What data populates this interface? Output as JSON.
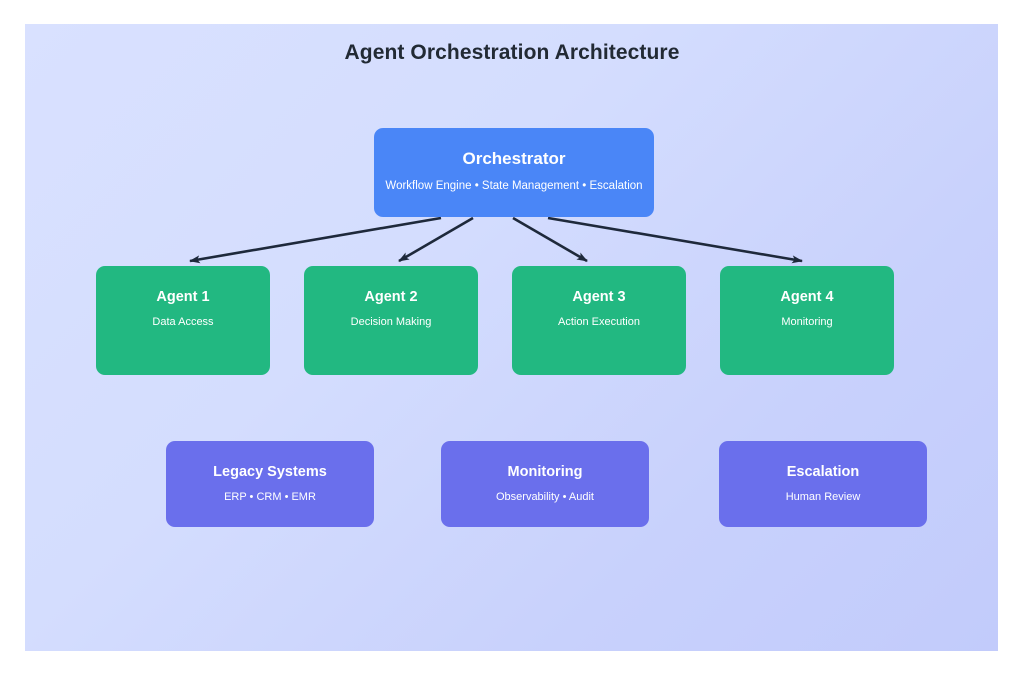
{
  "diagram": {
    "title": "Agent Orchestration Architecture",
    "background": {
      "gradient_from": "#d9e1ff",
      "gradient_to": "#c2cbfb",
      "page": "#ffffff"
    },
    "colors": {
      "orchestrator": "#4a86f7",
      "agent": "#22b881",
      "support": "#6a6fec",
      "arrow": "#1e293b",
      "title_text": "#222a34",
      "node_text": "#ffffff"
    },
    "orchestrator": {
      "title": "Orchestrator",
      "subtitle": "Workflow Engine • State Management • Escalation"
    },
    "agents": [
      {
        "title": "Agent 1",
        "subtitle": "Data Access"
      },
      {
        "title": "Agent 2",
        "subtitle": "Decision Making"
      },
      {
        "title": "Agent 3",
        "subtitle": "Action Execution"
      },
      {
        "title": "Agent 4",
        "subtitle": "Monitoring"
      }
    ],
    "support": [
      {
        "title": "Legacy Systems",
        "subtitle": "ERP • CRM • EMR"
      },
      {
        "title": "Monitoring",
        "subtitle": "Observability • Audit"
      },
      {
        "title": "Escalation",
        "subtitle": "Human Review"
      }
    ],
    "connections": [
      {
        "from": "Orchestrator",
        "to": "Agent 1"
      },
      {
        "from": "Orchestrator",
        "to": "Agent 2"
      },
      {
        "from": "Orchestrator",
        "to": "Agent 3"
      },
      {
        "from": "Orchestrator",
        "to": "Agent 4"
      }
    ]
  }
}
